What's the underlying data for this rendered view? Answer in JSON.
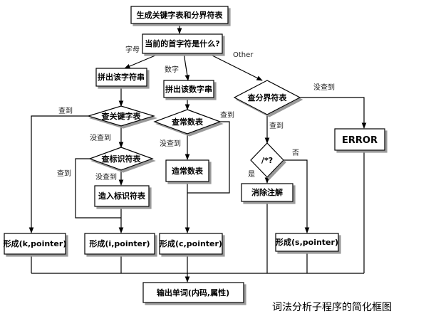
{
  "flowchart": {
    "nodes": {
      "gen_tables": "生成关键字表和分界符表",
      "first_char": "当前的首字符是什么?",
      "spell_ident": "拼出该字符串",
      "spell_number": "拼出该数字串",
      "check_delim": "查分界符表",
      "error": "ERROR",
      "check_keyword": "查关键字表",
      "check_const": "查常数表",
      "check_ident": "查标识符表",
      "make_const": "造常数表",
      "comment_q": "/*?",
      "enter_ident": "造入标识符表",
      "remove_comment": "消除注解",
      "form_k": "形成(k,pointer)",
      "form_i": "形成(i,pointer)",
      "form_c": "形成(c,pointer)",
      "form_s": "形成(s,pointer)",
      "output": "输出单词(内码,属性)"
    },
    "edge_labels": {
      "letter": "字母",
      "digit": "数字",
      "other": "Other",
      "not_found_delim": "没查到",
      "found_kw": "查到",
      "not_found_kw": "没查到",
      "found_const": "查到",
      "not_found_const": "没查到",
      "found_delim": "查到",
      "found_ident": "查到",
      "not_found_ident": "没查到",
      "no": "否",
      "yes": "是"
    },
    "caption": "词法分析子程序的简化框图"
  }
}
